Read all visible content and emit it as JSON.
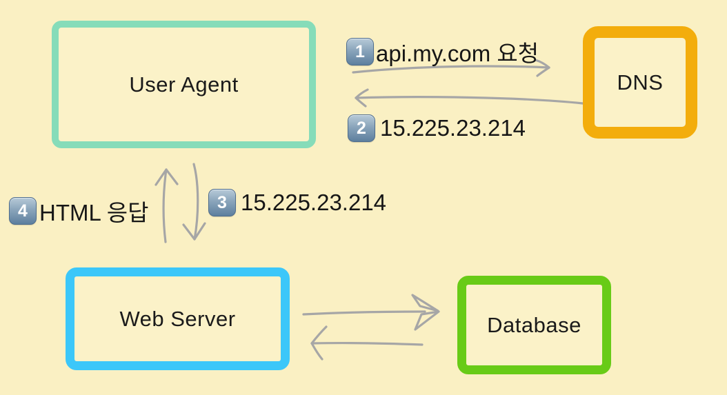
{
  "diagram": {
    "nodes": [
      {
        "id": "user-agent",
        "label": "User Agent",
        "border_color": "#86dcb9"
      },
      {
        "id": "dns",
        "label": "DNS",
        "border_color": "#f3ad0c"
      },
      {
        "id": "web-server",
        "label": "Web Server",
        "border_color": "#3cc7f9"
      },
      {
        "id": "database",
        "label": "Database",
        "border_color": "#68cb17"
      }
    ],
    "steps": [
      {
        "num": "1",
        "label": "api.my.com 요청",
        "from": "user-agent",
        "to": "dns"
      },
      {
        "num": "2",
        "label": "15.225.23.214",
        "from": "dns",
        "to": "user-agent"
      },
      {
        "num": "3",
        "label": "15.225.23.214",
        "from": "user-agent",
        "to": "web-server"
      },
      {
        "num": "4",
        "label": "HTML 응답",
        "from": "web-server",
        "to": "user-agent"
      }
    ],
    "colors": {
      "background": "#faf0c3",
      "arrow": "#a6a6a6",
      "badge_gradient_top": "#b7cad8",
      "badge_gradient_bottom": "#5d7f9e",
      "text": "#161616"
    }
  }
}
